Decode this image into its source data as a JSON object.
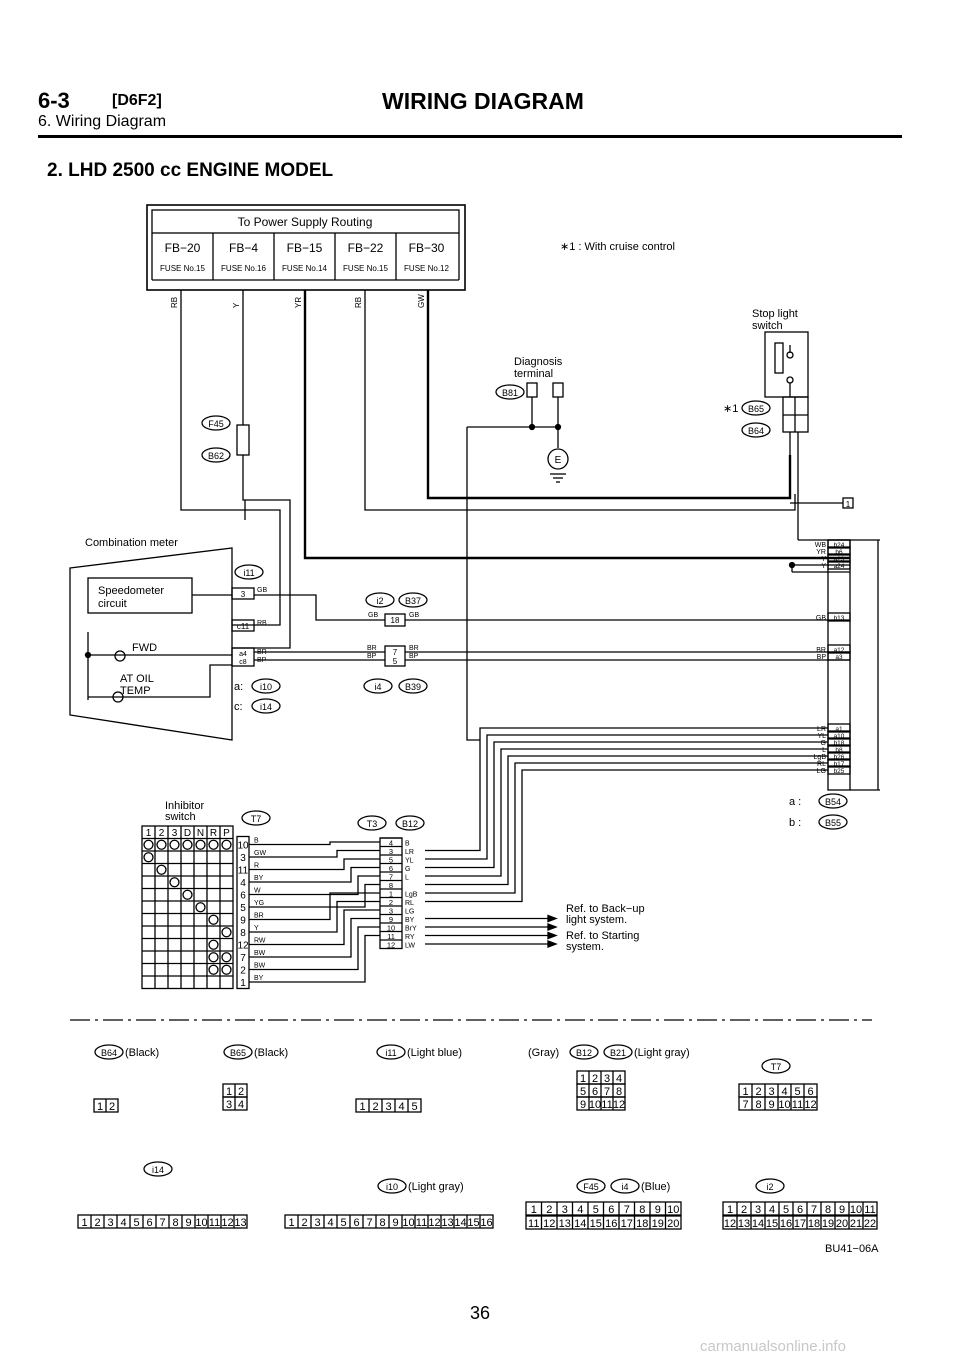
{
  "header": {
    "code": "6-3",
    "sub_code": "[D6F2]",
    "title": "WIRING DIAGRAM",
    "section": "6. Wiring Diagram"
  },
  "model_title": "2. LHD 2500 cc ENGINE MODEL",
  "page_number": "36",
  "watermark": "carmanualsonline.info",
  "diagram": {
    "power_supply_title": "To Power Supply Routing",
    "fuse_boxes": [
      {
        "name": "FB−20",
        "fuse": "FUSE No.15",
        "wire": "RB"
      },
      {
        "name": "FB−4",
        "fuse": "FUSE No.16",
        "wire": "Y"
      },
      {
        "name": "FB−15",
        "fuse": "FUSE No.14",
        "wire": "YR"
      },
      {
        "name": "FB−22",
        "fuse": "FUSE No.15",
        "wire": "RB"
      },
      {
        "name": "FB−30",
        "fuse": "FUSE No.12",
        "wire": "GW"
      }
    ],
    "cruise_note": "∗1 : With cruise control",
    "stop_light_switch": [
      "Stop light",
      "switch"
    ],
    "diagnosis_terminal": [
      "Diagnosis",
      "terminal"
    ],
    "combination_meter": "Combination meter",
    "speedometer_circuit": [
      "Speedometer",
      "circuit"
    ],
    "fwd": "FWD",
    "at_oil_temp": [
      "AT OIL",
      "TEMP"
    ],
    "inhibitor_switch": [
      "Inhibitor",
      "switch"
    ],
    "ref_backup": [
      "Ref. to Back−up",
      "light system."
    ],
    "ref_starting": [
      "Ref. to Starting",
      "system."
    ],
    "ground_label": "E",
    "ground_ref": "1",
    "asterisk_one": "∗1",
    "conn_a_label": "a:",
    "conn_c_label": "c:",
    "conn_a2_label": "a :",
    "conn_b2_label": "b :",
    "connectors": {
      "F45": "F45",
      "B62": "B62",
      "B81": "B81",
      "B65": "B65",
      "B64": "B64",
      "i11": "i11",
      "i2": "i2",
      "B37": "B37",
      "i4": "i4",
      "B39": "B39",
      "i10": "i10",
      "i14": "i14",
      "T7": "T7",
      "T3": "T3",
      "B12": "B12",
      "B54": "B54",
      "B55": "B55",
      "B21": "B21"
    },
    "tcm_pins": [
      {
        "wire": "WB",
        "pin": "b24"
      },
      {
        "wire": "YR",
        "pin": "b6"
      },
      {
        "wire": "Y",
        "pin": "a23"
      },
      {
        "wire": "Y",
        "pin": "a24"
      },
      {
        "wire": "GB",
        "pin": "b13"
      },
      {
        "wire": "BR",
        "pin": "a12"
      },
      {
        "wire": "BP",
        "pin": "a3"
      },
      {
        "wire": "LR",
        "pin": "a1"
      },
      {
        "wire": "YL",
        "pin": "a10"
      },
      {
        "wire": "G",
        "pin": "b18"
      },
      {
        "wire": "L",
        "pin": "b8"
      },
      {
        "wire": "LgB",
        "pin": "b26"
      },
      {
        "wire": "RL",
        "pin": "b17"
      },
      {
        "wire": "LG",
        "pin": "b25"
      }
    ],
    "inhibitor_headers": [
      "1",
      "2",
      "3",
      "D",
      "N",
      "R",
      "P"
    ],
    "inhibitor_pins": [
      {
        "pin": "10",
        "wire": "B"
      },
      {
        "pin": "3",
        "wire": "GW"
      },
      {
        "pin": "11",
        "wire": "R"
      },
      {
        "pin": "4",
        "wire": "BY"
      },
      {
        "pin": "6",
        "wire": "W"
      },
      {
        "pin": "5",
        "wire": "YG"
      },
      {
        "pin": "9",
        "wire": "BR"
      },
      {
        "pin": "8",
        "wire": "Y"
      },
      {
        "pin": "12",
        "wire": "RW"
      },
      {
        "pin": "7",
        "wire": "BW"
      },
      {
        "pin": "2",
        "wire": "BW"
      },
      {
        "pin": "1",
        "wire": "BY"
      }
    ],
    "t3_pins": [
      {
        "pin": "4",
        "wire": "B"
      },
      {
        "pin": "3",
        "wire": "LR"
      },
      {
        "pin": "5",
        "wire": "YL"
      },
      {
        "pin": "6",
        "wire": "G"
      },
      {
        "pin": "7",
        "wire": "L"
      },
      {
        "pin": "8",
        "wire": ""
      },
      {
        "pin": "1",
        "wire": "LgB"
      },
      {
        "pin": "2",
        "wire": "RL"
      },
      {
        "pin": "3",
        "wire": "LG"
      },
      {
        "pin": "9",
        "wire": "BY"
      },
      {
        "pin": "10",
        "wire": "BrY"
      },
      {
        "pin": "11",
        "wire": "RY"
      },
      {
        "pin": "12",
        "wire": "LW"
      }
    ],
    "meter_wires": {
      "gb_pin": "3",
      "gb": "GB",
      "rb_pin": "c11",
      "rb": "RB",
      "br_pin": "a4",
      "br": "BR",
      "bp_pin": "c8",
      "bp": "BP",
      "i2_pin": "18",
      "i4_pins": [
        "7",
        "5"
      ]
    },
    "legend": [
      {
        "conn": "B64",
        "color": "(Black)",
        "pins": [
          "1",
          "2"
        ]
      },
      {
        "conn": "B65",
        "color": "(Black)",
        "pins": [
          "1",
          "2",
          "3",
          "4"
        ]
      },
      {
        "conn": "i11",
        "color": "(Light blue)",
        "pins": [
          "1",
          "2",
          "3",
          "4",
          "5"
        ]
      },
      {
        "conn": "B12",
        "color_before": "(Gray)",
        "conn2": "B21",
        "color": "(Light gray)",
        "pins": [
          "1",
          "2",
          "3",
          "4",
          "5",
          "6",
          "7",
          "8",
          "9",
          "10",
          "11",
          "12"
        ]
      },
      {
        "conn": "T7",
        "pins": [
          "1",
          "2",
          "3",
          "4",
          "5",
          "6",
          "7",
          "8",
          "9",
          "10",
          "11",
          "12"
        ]
      },
      {
        "conn": "i14",
        "pins": [
          "1",
          "2",
          "3",
          "4",
          "5",
          "6",
          "7",
          "8",
          "9",
          "10",
          "11",
          "12",
          "13"
        ]
      },
      {
        "conn": "i10",
        "color": "(Light gray)",
        "pins": [
          "1",
          "2",
          "3",
          "4",
          "5",
          "6",
          "7",
          "8",
          "9",
          "10",
          "11",
          "12",
          "13",
          "14",
          "15",
          "16"
        ]
      },
      {
        "conn": "F45",
        "conn2": "i4",
        "color": "(Blue)",
        "pins": [
          "1",
          "2",
          "3",
          "4",
          "5",
          "6",
          "7",
          "8",
          "9",
          "10",
          "11",
          "12",
          "13",
          "14",
          "15",
          "16",
          "17",
          "18",
          "19",
          "20"
        ]
      },
      {
        "conn": "i2",
        "pins": [
          "1",
          "2",
          "3",
          "4",
          "5",
          "6",
          "7",
          "8",
          "9",
          "10",
          "11",
          "12",
          "13",
          "14",
          "15",
          "16",
          "17",
          "18",
          "19",
          "20",
          "21",
          "22"
        ]
      }
    ],
    "figure_code": "BU41−06A"
  }
}
